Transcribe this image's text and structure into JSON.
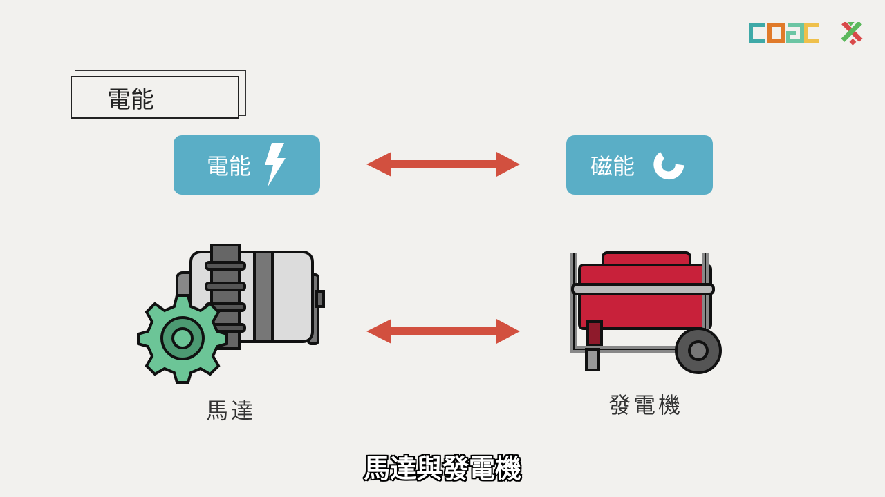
{
  "section_title": "電能",
  "top_row": {
    "left_pill": {
      "label": "電能",
      "icon": "lightning-bolt-icon"
    },
    "right_pill": {
      "label": "磁能",
      "icon": "magnet-icon"
    }
  },
  "bottom_row": {
    "left_label": "馬達",
    "right_label": "發電機"
  },
  "subtitle": "馬達與發電機",
  "logo": {
    "text": "CoOC"
  },
  "colors": {
    "pill": "#5aaec6",
    "arrow": "#d2503f",
    "background": "#f2f1ee",
    "generator": "#c8213a",
    "gear": "#6cc597"
  }
}
